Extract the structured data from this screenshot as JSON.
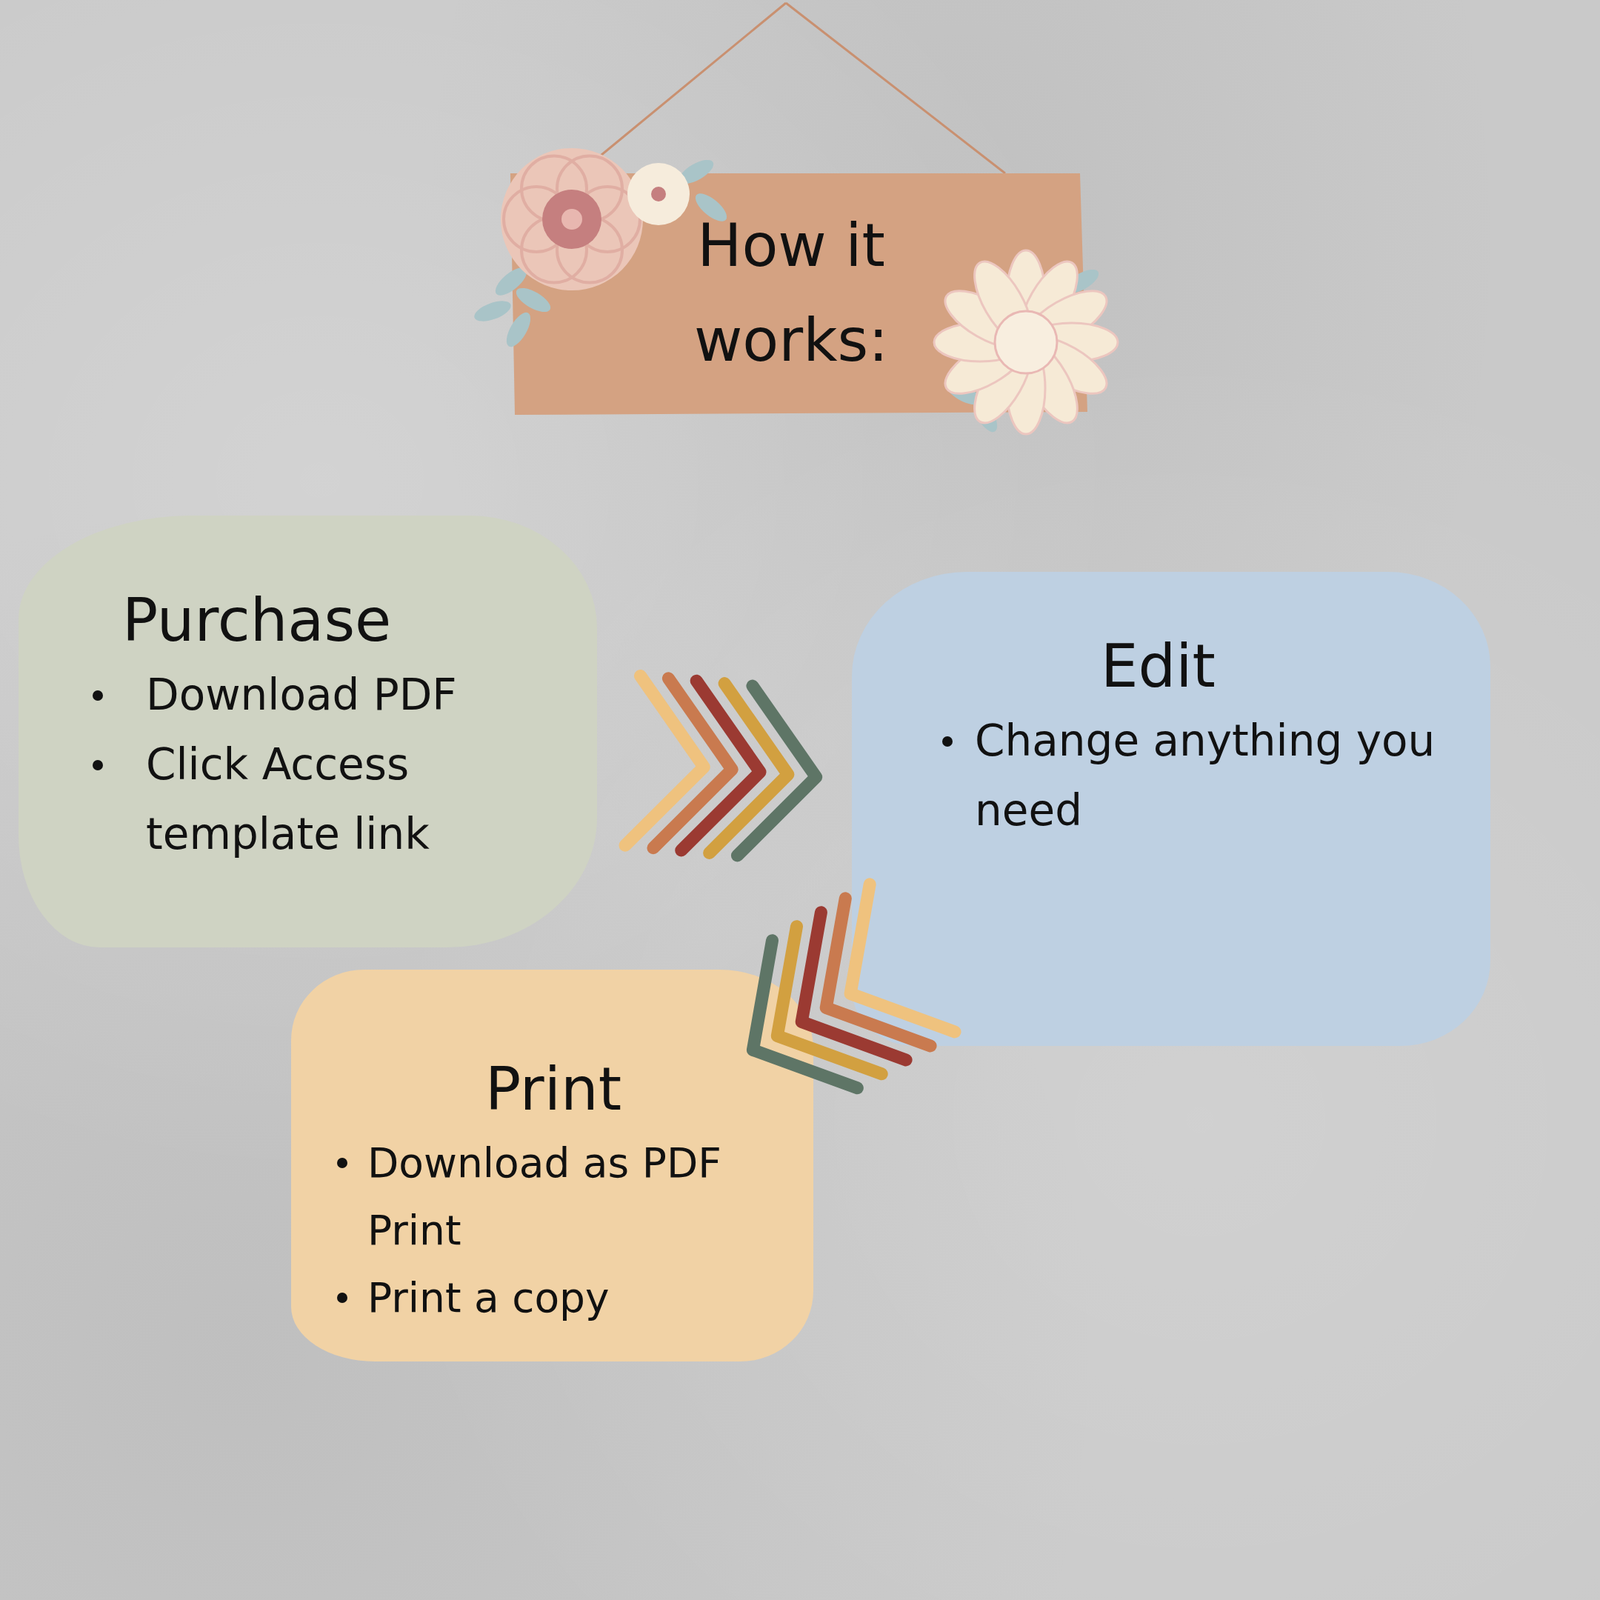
{
  "diagram": {
    "title": "How it works:",
    "nodes": [
      {
        "text": [
          "Purchase",
          "Download PDF",
          "Click Access template link"
        ]
      },
      {
        "text": [
          "Edit",
          "Change anything you need"
        ]
      },
      {
        "text": [
          "Print",
          "Download as PDF Print",
          "Print a copy"
        ]
      }
    ],
    "edges": [
      {
        "from": 0,
        "to": 1,
        "arrow": "to"
      },
      {
        "from": 1,
        "to": 2,
        "arrow": "to"
      }
    ]
  }
}
